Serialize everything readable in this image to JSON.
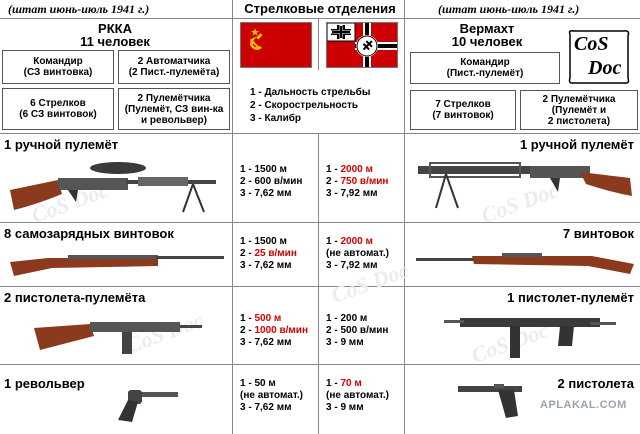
{
  "header": {
    "left_note": "(штат июнь-июль 1941 г.)",
    "center_title": "Стрелковые отделения",
    "right_note": "(штат июнь-июль 1941 г.)"
  },
  "rkka": {
    "title_line1": "РККА",
    "title_line2": "11 человек",
    "commander": [
      "Командир",
      "(СЗ винтовка)"
    ],
    "automatic": [
      "2 Автоматчика",
      "(2 Пист.-пулемёта)"
    ],
    "riflemen": [
      "6 Стрелков",
      "(6 СЗ винтовок)"
    ],
    "mg_crew": [
      "2 Пулемётчика",
      "(Пулемёт, СЗ вин-ка",
      "и револьвер)"
    ]
  },
  "wehrmacht": {
    "title_line1": "Вермахт",
    "title_line2": "10 человек",
    "commander": [
      "Командир",
      "(Пист.-пулемёт)"
    ],
    "riflemen": [
      "7 Стрелков",
      "(7 винтовок)"
    ],
    "mg_crew": [
      "2 Пулемётчика",
      "(Пулемёт и",
      "2 пистолета)"
    ]
  },
  "logo": {
    "line1": "CoS",
    "line2": "Doc"
  },
  "legend": [
    "1 - Дальность стрельбы",
    "2 - Скорострельность",
    "3 - Калибр"
  ],
  "rows": [
    {
      "left_label": "1 ручной пулемёт",
      "right_label": "1 ручной пулемёт",
      "soviet": [
        {
          "p": "1 - ",
          "v": "1500 м",
          "red": false
        },
        {
          "p": "2 - ",
          "v": "600 в/мин",
          "red": false
        },
        {
          "p": "3 - ",
          "v": "7,62 мм",
          "red": false
        }
      ],
      "german": [
        {
          "p": "1 - ",
          "v": "2000 м",
          "red": true
        },
        {
          "p": "2 - ",
          "v": "750 в/мин",
          "red": true
        },
        {
          "p": "3 - ",
          "v": "7,92 мм",
          "red": false
        }
      ]
    },
    {
      "left_label": "8 самозарядных  винтовок",
      "right_label": "7 винтовок",
      "soviet": [
        {
          "p": "1 - ",
          "v": "1500 м",
          "red": false
        },
        {
          "p": "2 - ",
          "v": "25 в/мин",
          "red": true
        },
        {
          "p": "3 - ",
          "v": "7,62 мм",
          "red": false
        }
      ],
      "german": [
        {
          "p": "1 - ",
          "v": "2000 м",
          "red": true
        },
        {
          "p": "",
          "v": "(не автомат.)",
          "red": false
        },
        {
          "p": "3 - ",
          "v": "7,92 мм",
          "red": false
        }
      ]
    },
    {
      "left_label": "2 пистолета-пулемёта",
      "right_label": "1 пистолет-пулемёт",
      "soviet": [
        {
          "p": "1 - ",
          "v": "500 м",
          "red": true
        },
        {
          "p": "2 - ",
          "v": "1000 в/мин",
          "red": true
        },
        {
          "p": "3 - ",
          "v": "7,62 мм",
          "red": false
        }
      ],
      "german": [
        {
          "p": "1 - ",
          "v": "200 м",
          "red": false
        },
        {
          "p": "2 - ",
          "v": "500 в/мин",
          "red": false
        },
        {
          "p": "3 - ",
          "v": "9 мм",
          "red": false
        }
      ]
    },
    {
      "left_label": "1 револьвер",
      "right_label": "2 пистолета",
      "soviet": [
        {
          "p": "1 - ",
          "v": "50 м",
          "red": false
        },
        {
          "p": "",
          "v": "(не автомат.)",
          "red": false
        },
        {
          "p": "3 - ",
          "v": "7,62 мм",
          "red": false
        }
      ],
      "german": [
        {
          "p": "1 - ",
          "v": "70 м",
          "red": true
        },
        {
          "p": "",
          "v": "(не автомат.)",
          "red": false
        },
        {
          "p": "3 - ",
          "v": "9 мм",
          "red": false
        }
      ]
    }
  ],
  "site": "APLAKAL.COM",
  "colors": {
    "red": "#d40000",
    "flag_red": "#cc0000",
    "gold": "#f2c200",
    "grid": "#888888"
  }
}
